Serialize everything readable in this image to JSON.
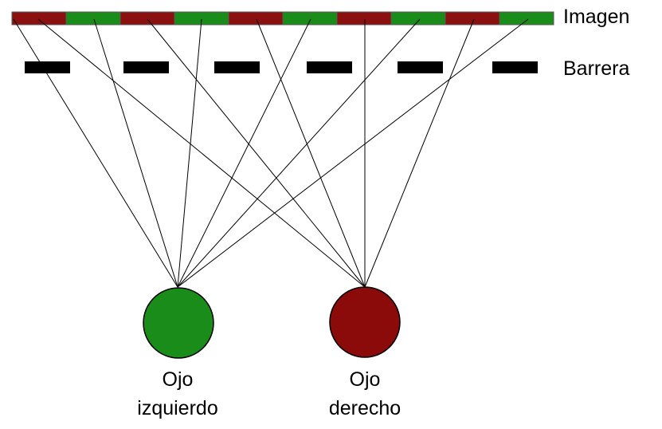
{
  "labels": {
    "image_row": "Imagen",
    "barrier_row": "Barrera"
  },
  "eyes": [
    {
      "id": "left",
      "line1": "Ojo",
      "line2": "izquierdo",
      "color": "#1a8c1a"
    },
    {
      "id": "right",
      "line1": "Ojo",
      "line2": "derecho",
      "color": "#8b0a0a"
    }
  ],
  "colors": {
    "red_strip": "#8b1010",
    "green_strip": "#1a8c1a",
    "barrier": "#000000",
    "ray": "#000000"
  },
  "image_strip_pattern": [
    "red",
    "green",
    "red",
    "green",
    "red",
    "green",
    "red",
    "green",
    "red",
    "green"
  ],
  "barrier_segment_count": 6
}
